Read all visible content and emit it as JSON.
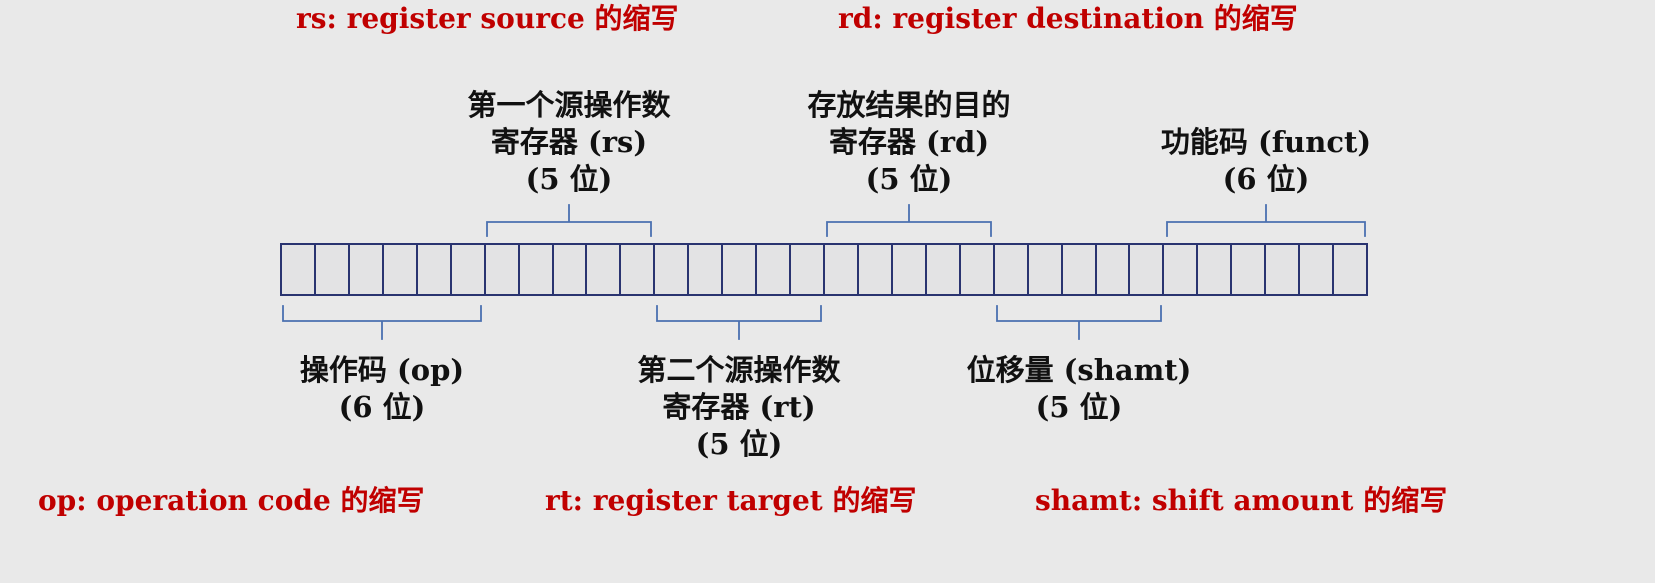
{
  "colors": {
    "background": "#e9e9e9",
    "note_red": "#c00000",
    "label_black": "#111111",
    "box_border": "#2a3470",
    "box_fill": "#e3e3e4",
    "brace_blue": "#4a70b0"
  },
  "top_notes": [
    {
      "id": "rs",
      "text": "rs: register source 的缩写"
    },
    {
      "id": "rd",
      "text": "rd: register destination 的缩写"
    }
  ],
  "bottom_notes": [
    {
      "id": "op",
      "text": "op: operation code 的缩写"
    },
    {
      "id": "rt",
      "text": "rt: register target 的缩写"
    },
    {
      "id": "shamt",
      "text": "shamt: shift amount 的缩写"
    }
  ],
  "instruction": {
    "total_bits": 32,
    "fields": [
      {
        "name": "op",
        "bits": 6,
        "side": "bottom",
        "label_lines": [
          "操作码 (op)",
          "(6 位)"
        ]
      },
      {
        "name": "rs",
        "bits": 5,
        "side": "top",
        "label_lines": [
          "第一个源操作数",
          "寄存器 (rs)",
          "(5 位)"
        ]
      },
      {
        "name": "rt",
        "bits": 5,
        "side": "bottom",
        "label_lines": [
          "第二个源操作数",
          "寄存器 (rt)",
          "(5 位)"
        ]
      },
      {
        "name": "rd",
        "bits": 5,
        "side": "top",
        "label_lines": [
          "存放结果的目的",
          "寄存器 (rd)",
          "(5 位)"
        ]
      },
      {
        "name": "shamt",
        "bits": 5,
        "side": "bottom",
        "label_lines": [
          "位移量 (shamt)",
          "(5 位)"
        ]
      },
      {
        "name": "funct",
        "bits": 6,
        "side": "top",
        "label_lines": [
          "功能码 (funct)",
          "(6 位)"
        ]
      }
    ]
  }
}
